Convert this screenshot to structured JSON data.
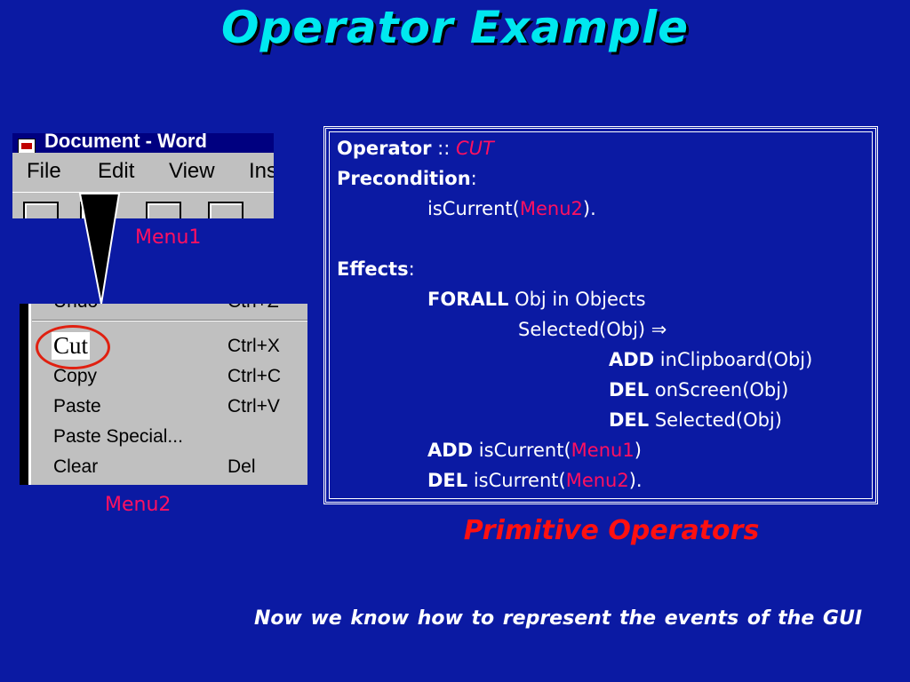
{
  "title": "Operator Example",
  "menu1": {
    "window_title": "Document - Word",
    "menu_items": [
      "File",
      "Edit",
      "View",
      "Ins"
    ],
    "label": "Menu1"
  },
  "menu2": {
    "label": "Menu2",
    "items": [
      {
        "label": "Undo",
        "shortcut": "Ctrl+Z"
      },
      {
        "label": "Cut",
        "shortcut": "Ctrl+X"
      },
      {
        "label": "Copy",
        "shortcut": "Ctrl+C"
      },
      {
        "label": "Paste",
        "shortcut": "Ctrl+V"
      },
      {
        "label": "Paste Special...",
        "shortcut": ""
      },
      {
        "label": "Clear",
        "shortcut": "Del"
      }
    ]
  },
  "operator": {
    "operator_kw": "Operator",
    "sep": " :: ",
    "name": "CUT",
    "precondition_kw": "Precondition",
    "colon": ":",
    "precond_fn": "isCurrent(",
    "precond_arg": "Menu2",
    "precond_end": ").",
    "effects_kw": "Effects",
    "forall_kw": "FORALL",
    "forall_rest": " Obj in Objects",
    "selected_cond": "Selected(Obj) ⇒",
    "add_kw": "ADD",
    "add1_rest": " inClipboard(Obj)",
    "del_kw": "DEL",
    "del1_rest": " onScreen(Obj)",
    "del2_rest": " Selected(Obj)",
    "add2_fn": " isCurrent(",
    "add2_arg": "Menu1",
    "add2_end": ")",
    "del3_fn": " isCurrent(",
    "del3_arg": "Menu2",
    "del3_end": ")."
  },
  "caption": "Primitive Operators",
  "note": "Now we know how to represent the events of the GUI",
  "colors": {
    "background": "#0b1aa3",
    "title": "#00e8f0",
    "accent": "#ff1060",
    "caption": "#ff1010"
  }
}
